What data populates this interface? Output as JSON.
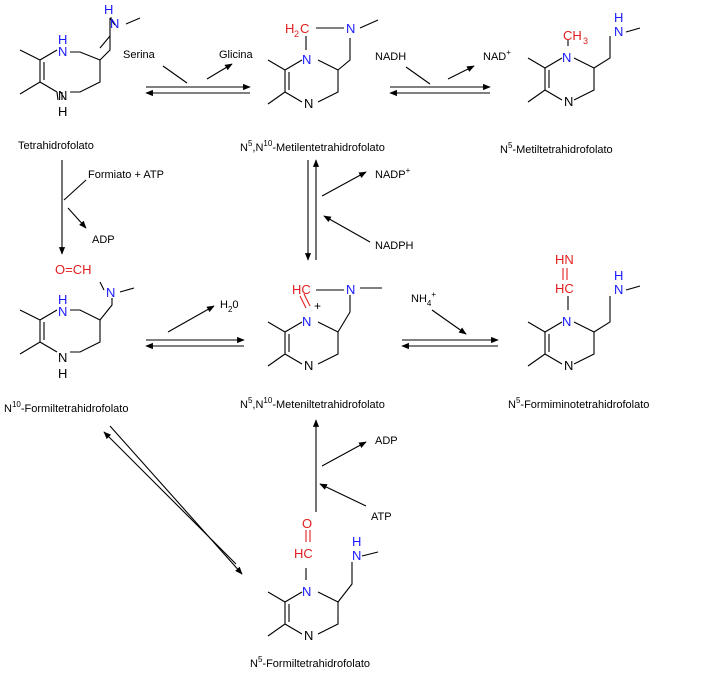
{
  "compounds": {
    "thf": "Tetrahidrofolato",
    "methylene": {
      "prefix": "N",
      "sup5": "5",
      "mid": ",N",
      "sup10": "10",
      "rest": "-Metilentetrahidrofolato"
    },
    "methyl": {
      "prefix": "N",
      "sup5": "5",
      "rest": "-Metiltetrahidrofolato"
    },
    "formyl10": {
      "prefix": "N",
      "sup10": "10",
      "rest": "-Formiltetrahidrofolato"
    },
    "methenyl": {
      "prefix": "N",
      "sup5": "5",
      "mid": ",N",
      "sup10": "10",
      "rest": "-Meteniltetrahidrofolato"
    },
    "formimino": {
      "prefix": "N",
      "sup5": "5",
      "rest": "-Formiminotetrahidrofolato"
    },
    "formyl5": {
      "prefix": "N",
      "sup5": "5",
      "rest": "-Formiltetrahidrofolato"
    }
  },
  "reagents": {
    "serina": "Serina",
    "glicina": "Glicina",
    "nadh": "NADH",
    "nad": "NAD",
    "nad_charge": "+",
    "formiato_atp": "Formiato + ATP",
    "adp_left": "ADP",
    "nadp": "NADP",
    "nadp_charge": "+",
    "nadph": "NADPH",
    "h2o": "H",
    "h2o_sub": "2",
    "h2o_o": "0",
    "nh4": "NH",
    "nh4_sub": "4",
    "nh4_charge": "+",
    "adp_bottom": "ADP",
    "atp_bottom": "ATP"
  },
  "atoms": {
    "N": "N",
    "H": "H",
    "CH": "CH",
    "CH3": "CH",
    "three": "3",
    "H2C_H": "H",
    "H2C_2": "2",
    "H2C_C": "C",
    "HC": "HC",
    "O": "O",
    "OeqCH": "O=CH",
    "HN": "HN",
    "plus": "+"
  },
  "colors": {
    "nitrogen": "#1a1aff",
    "carbon_unit": "#e02020",
    "bond": "#000000"
  }
}
